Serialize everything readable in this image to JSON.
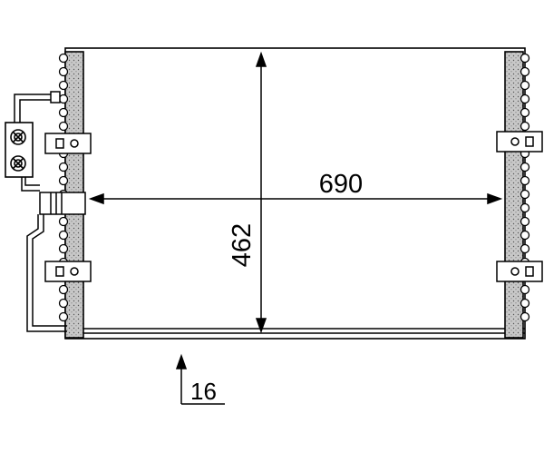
{
  "dimensions": {
    "width": "690",
    "height": "462",
    "thickness": "16"
  },
  "colors": {
    "line": "#000000",
    "background": "#ffffff",
    "tank_fill": "#c8c8c8"
  }
}
